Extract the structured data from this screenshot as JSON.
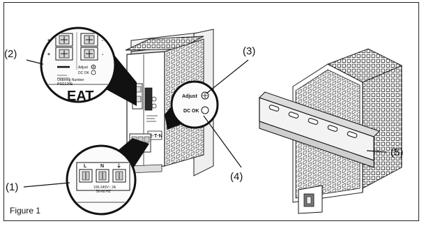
{
  "figure": {
    "caption": "Figure 1",
    "callouts": [
      "(1)",
      "(2)",
      "(3)",
      "(4)",
      "(5)"
    ]
  },
  "magnifier_top": {
    "plus1": "+",
    "plus2": "+",
    "minus1": "-",
    "minus2": "-",
    "adjust_text": "Adjust",
    "dcok_text": "DC OK",
    "ordering_text": "Ordering Number",
    "ordering_code": "PSG120E",
    "logo": "EAT"
  },
  "magnifier_bottom": {
    "l_label": "L",
    "n_label": "N",
    "ground_label": "⏚",
    "voltage_line1": "100-240V~ 2A",
    "voltage_line2": "50-60 HZ"
  },
  "magnifier_right": {
    "adjust_label": "Adjust",
    "dcok_label": "DC OK"
  },
  "colors": {
    "ink": "#1a1a1a",
    "panel": "#f4f4f4",
    "shade": "#c8c8c8"
  }
}
